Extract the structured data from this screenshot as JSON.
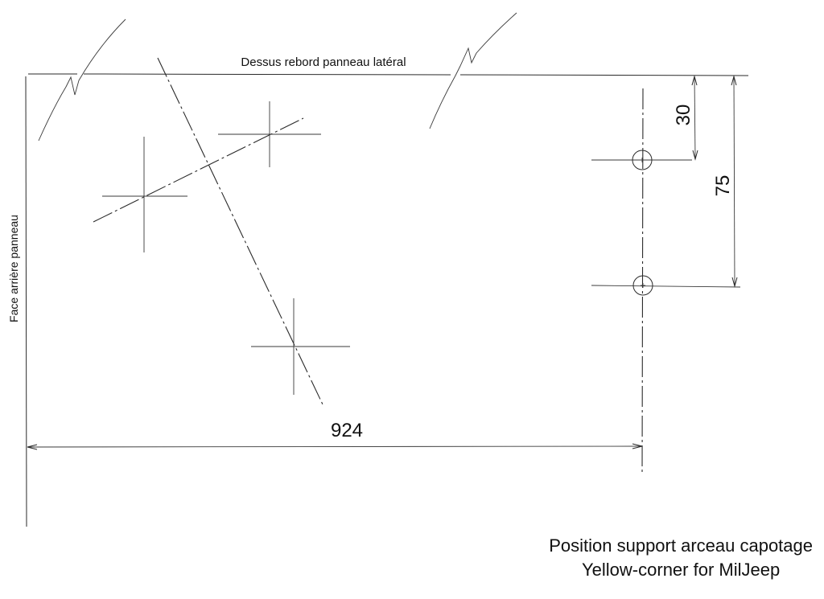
{
  "labels": {
    "top_edge": "Dessus rebord panneau latéral",
    "left_edge": "Face arrière panneau"
  },
  "dimensions": {
    "horizontal": "924",
    "vertical_short": "30",
    "vertical_long": "75"
  },
  "caption": {
    "line1": "Position support arceau capotage",
    "line2": "Yellow-corner for MilJeep"
  }
}
